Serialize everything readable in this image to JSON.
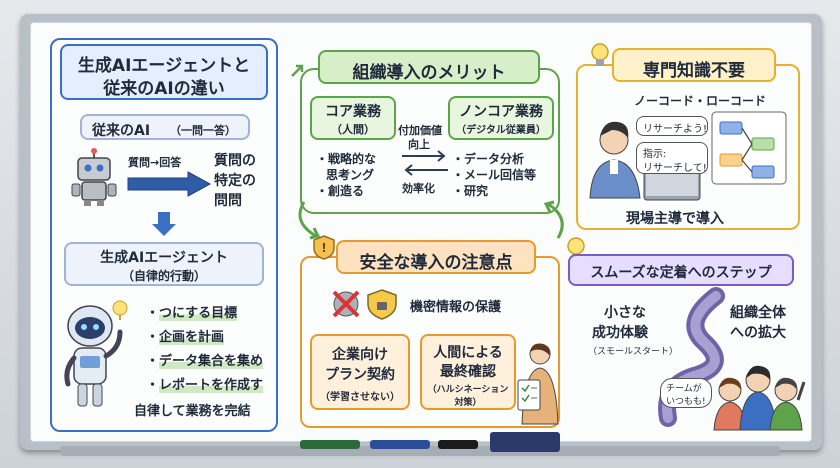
{
  "colors": {
    "blue": "#3a6fc4",
    "green": "#5da34a",
    "orange": "#e59a2e",
    "purple": "#7b5cc3",
    "navy": "#1f2a3a"
  },
  "left": {
    "title_line1": "生成AIエージェントと",
    "title_line2": "従来のAIの違い",
    "traditional_label": "従来のAI",
    "traditional_sub": "（一問一答）",
    "qa_label": "質問→回答",
    "result_line1": "質問の",
    "result_line2": "特定の",
    "result_line3": "問問",
    "agent_label": "生成AIエージェント",
    "agent_sub": "（自律的行動）",
    "bullets": [
      "つにする目標",
      "企画を計画",
      "データ集合を集め",
      "レポートを作成す"
    ],
    "conclusion": "自律して業務を完結"
  },
  "center_top": {
    "title": "組織導入のメリット",
    "core_label": "コア業務",
    "core_sub": "（人間）",
    "core_items": [
      "・戦略的な",
      "思考ング",
      "・創造る"
    ],
    "noncore_label": "ノンコア業務",
    "noncore_sub": "（デジタル従業員）",
    "noncore_items": [
      "・データ分析",
      "・メール回信等",
      "・研究"
    ],
    "value_label_line1": "付加価値",
    "value_label_line2": "向上",
    "efficiency_label": "効率化"
  },
  "right_top": {
    "title": "専門知識不要",
    "subtitle": "ノーコード・ローコード",
    "bubble1": "リサーチよう!",
    "bubble2_line1": "指示:",
    "bubble2_line2": "リサーチして!",
    "caption": "現場主導で導入"
  },
  "center_bottom": {
    "title": "安全な導入の注意点",
    "security_label": "機密情報の保護",
    "box1_line1": "企業向け",
    "box1_line2": "プラン契約",
    "box1_sub": "（学習させない）",
    "box2_line1": "人間による",
    "box2_line2": "最終確認",
    "box2_sub_line1": "（ハルシネーション",
    "box2_sub_line2": "対策）"
  },
  "right_bottom": {
    "title": "スムーズな定着へのステップ",
    "step1_line1": "小さな",
    "step1_line2": "成功体験",
    "step1_sub": "（スモールスタート）",
    "step2_line1": "組織全体",
    "step2_line2": "への拡大",
    "team_bubble_line1": "チームが",
    "team_bubble_line2": "いつもも!"
  }
}
